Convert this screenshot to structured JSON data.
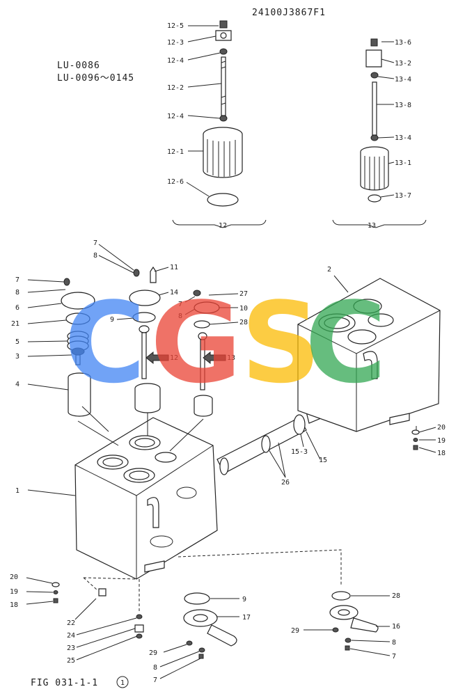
{
  "header": {
    "drawing_number": "24100J3867F1",
    "serial_line_1": "LU-0086",
    "serial_line_2": "LU-0096～0145",
    "figure": "FIG 031-1-1",
    "figure_circle": "1"
  },
  "watermark": {
    "letters": [
      "C",
      "G",
      "S",
      "C"
    ],
    "colors": [
      "#4285f4",
      "#ea4335",
      "#fbbc05",
      "#34a853"
    ]
  },
  "labels": {
    "l12_5": "12-5",
    "l12_3": "12-3",
    "l12_4a": "12-4",
    "l12_2": "12-2",
    "l12_4b": "12-4",
    "l12_1": "12-1",
    "l12_6": "12-6",
    "l12": "12",
    "l13_6": "13-6",
    "l13_2": "13-2",
    "l13_4a": "13-4",
    "l13_8": "13-8",
    "l13_4b": "13-4",
    "l13_1": "13-1",
    "l13_7": "13-7",
    "l13": "13",
    "l7a": "7",
    "l8a": "8",
    "l11": "11",
    "l14": "14",
    "l27": "27",
    "l7b": "7",
    "l8b": "8",
    "l10": "10",
    "l28a": "28",
    "l7c": "7",
    "l8c": "8",
    "l6": "6",
    "l9a": "9",
    "l21": "21",
    "l5": "5",
    "l3": "3",
    "l4": "4",
    "l12arrow": "12",
    "l13arrow": "13",
    "l2": "2",
    "l20a": "20",
    "l19a": "19",
    "l18a": "18",
    "l15_3": "15-3",
    "l15": "15",
    "l26": "26",
    "l1": "1",
    "l20b": "20",
    "l19b": "19",
    "l18b": "18",
    "l22": "22",
    "l24": "24",
    "l23": "23",
    "l25": "25",
    "l9b": "9",
    "l17": "17",
    "l29a": "29",
    "l8d": "8",
    "l7d": "7",
    "l28b": "28",
    "l16": "16",
    "l29b": "29",
    "l8e": "8",
    "l7e": "7"
  }
}
